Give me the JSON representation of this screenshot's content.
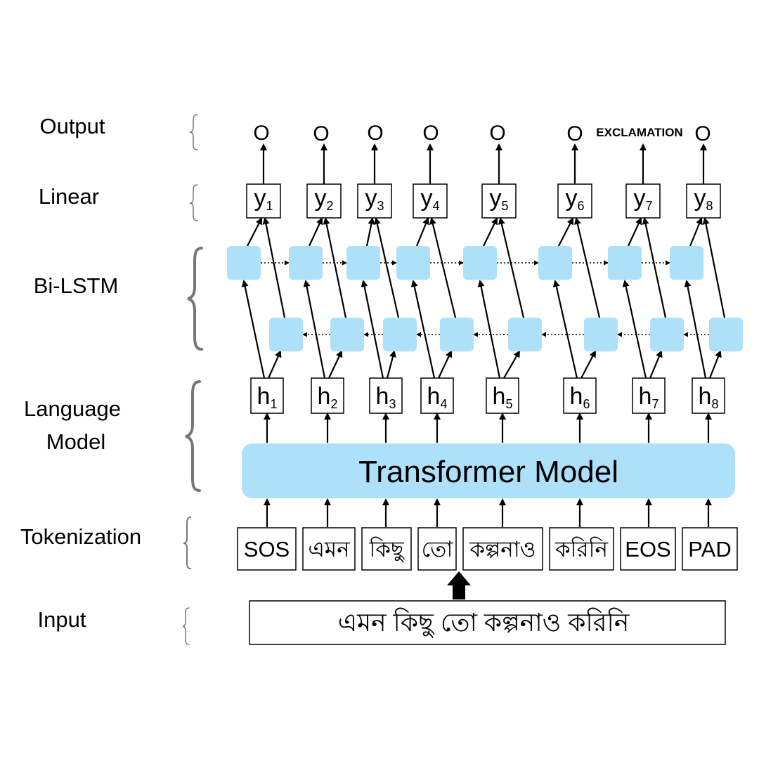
{
  "layers": {
    "output": "Output",
    "linear": "Linear",
    "bilstm": "Bi-LSTM",
    "language_model_line1": "Language",
    "language_model_line2": "Model",
    "tokenization": "Tokenization",
    "input": "Input"
  },
  "input_sentence": "এমন কিছু তো কল্পনাও করিনি",
  "transformer_label": "Transformer Model",
  "tokens": [
    "SOS",
    "এমন",
    "কিছু",
    "তো",
    "কল্পনাও",
    "করিনি",
    "EOS",
    "PAD"
  ],
  "hidden": [
    {
      "sym": "h",
      "sub": "1"
    },
    {
      "sym": "h",
      "sub": "2"
    },
    {
      "sym": "h",
      "sub": "3"
    },
    {
      "sym": "h",
      "sub": "4"
    },
    {
      "sym": "h",
      "sub": "5"
    },
    {
      "sym": "h",
      "sub": "6"
    },
    {
      "sym": "h",
      "sub": "7"
    },
    {
      "sym": "h",
      "sub": "8"
    }
  ],
  "linear_outputs": [
    {
      "sym": "y",
      "sub": "1"
    },
    {
      "sym": "y",
      "sub": "2"
    },
    {
      "sym": "y",
      "sub": "3"
    },
    {
      "sym": "y",
      "sub": "4"
    },
    {
      "sym": "y",
      "sub": "5"
    },
    {
      "sym": "y",
      "sub": "6"
    },
    {
      "sym": "y",
      "sub": "7"
    },
    {
      "sym": "y",
      "sub": "8"
    }
  ],
  "outputs": [
    "O",
    "O",
    "O",
    "O",
    "O",
    "O",
    "EXCLAMATION",
    "O"
  ],
  "colors": {
    "lstm_cell": "#aee0fa",
    "transformer": "#aee0fa",
    "brace": "#777777",
    "line": "#000000"
  }
}
